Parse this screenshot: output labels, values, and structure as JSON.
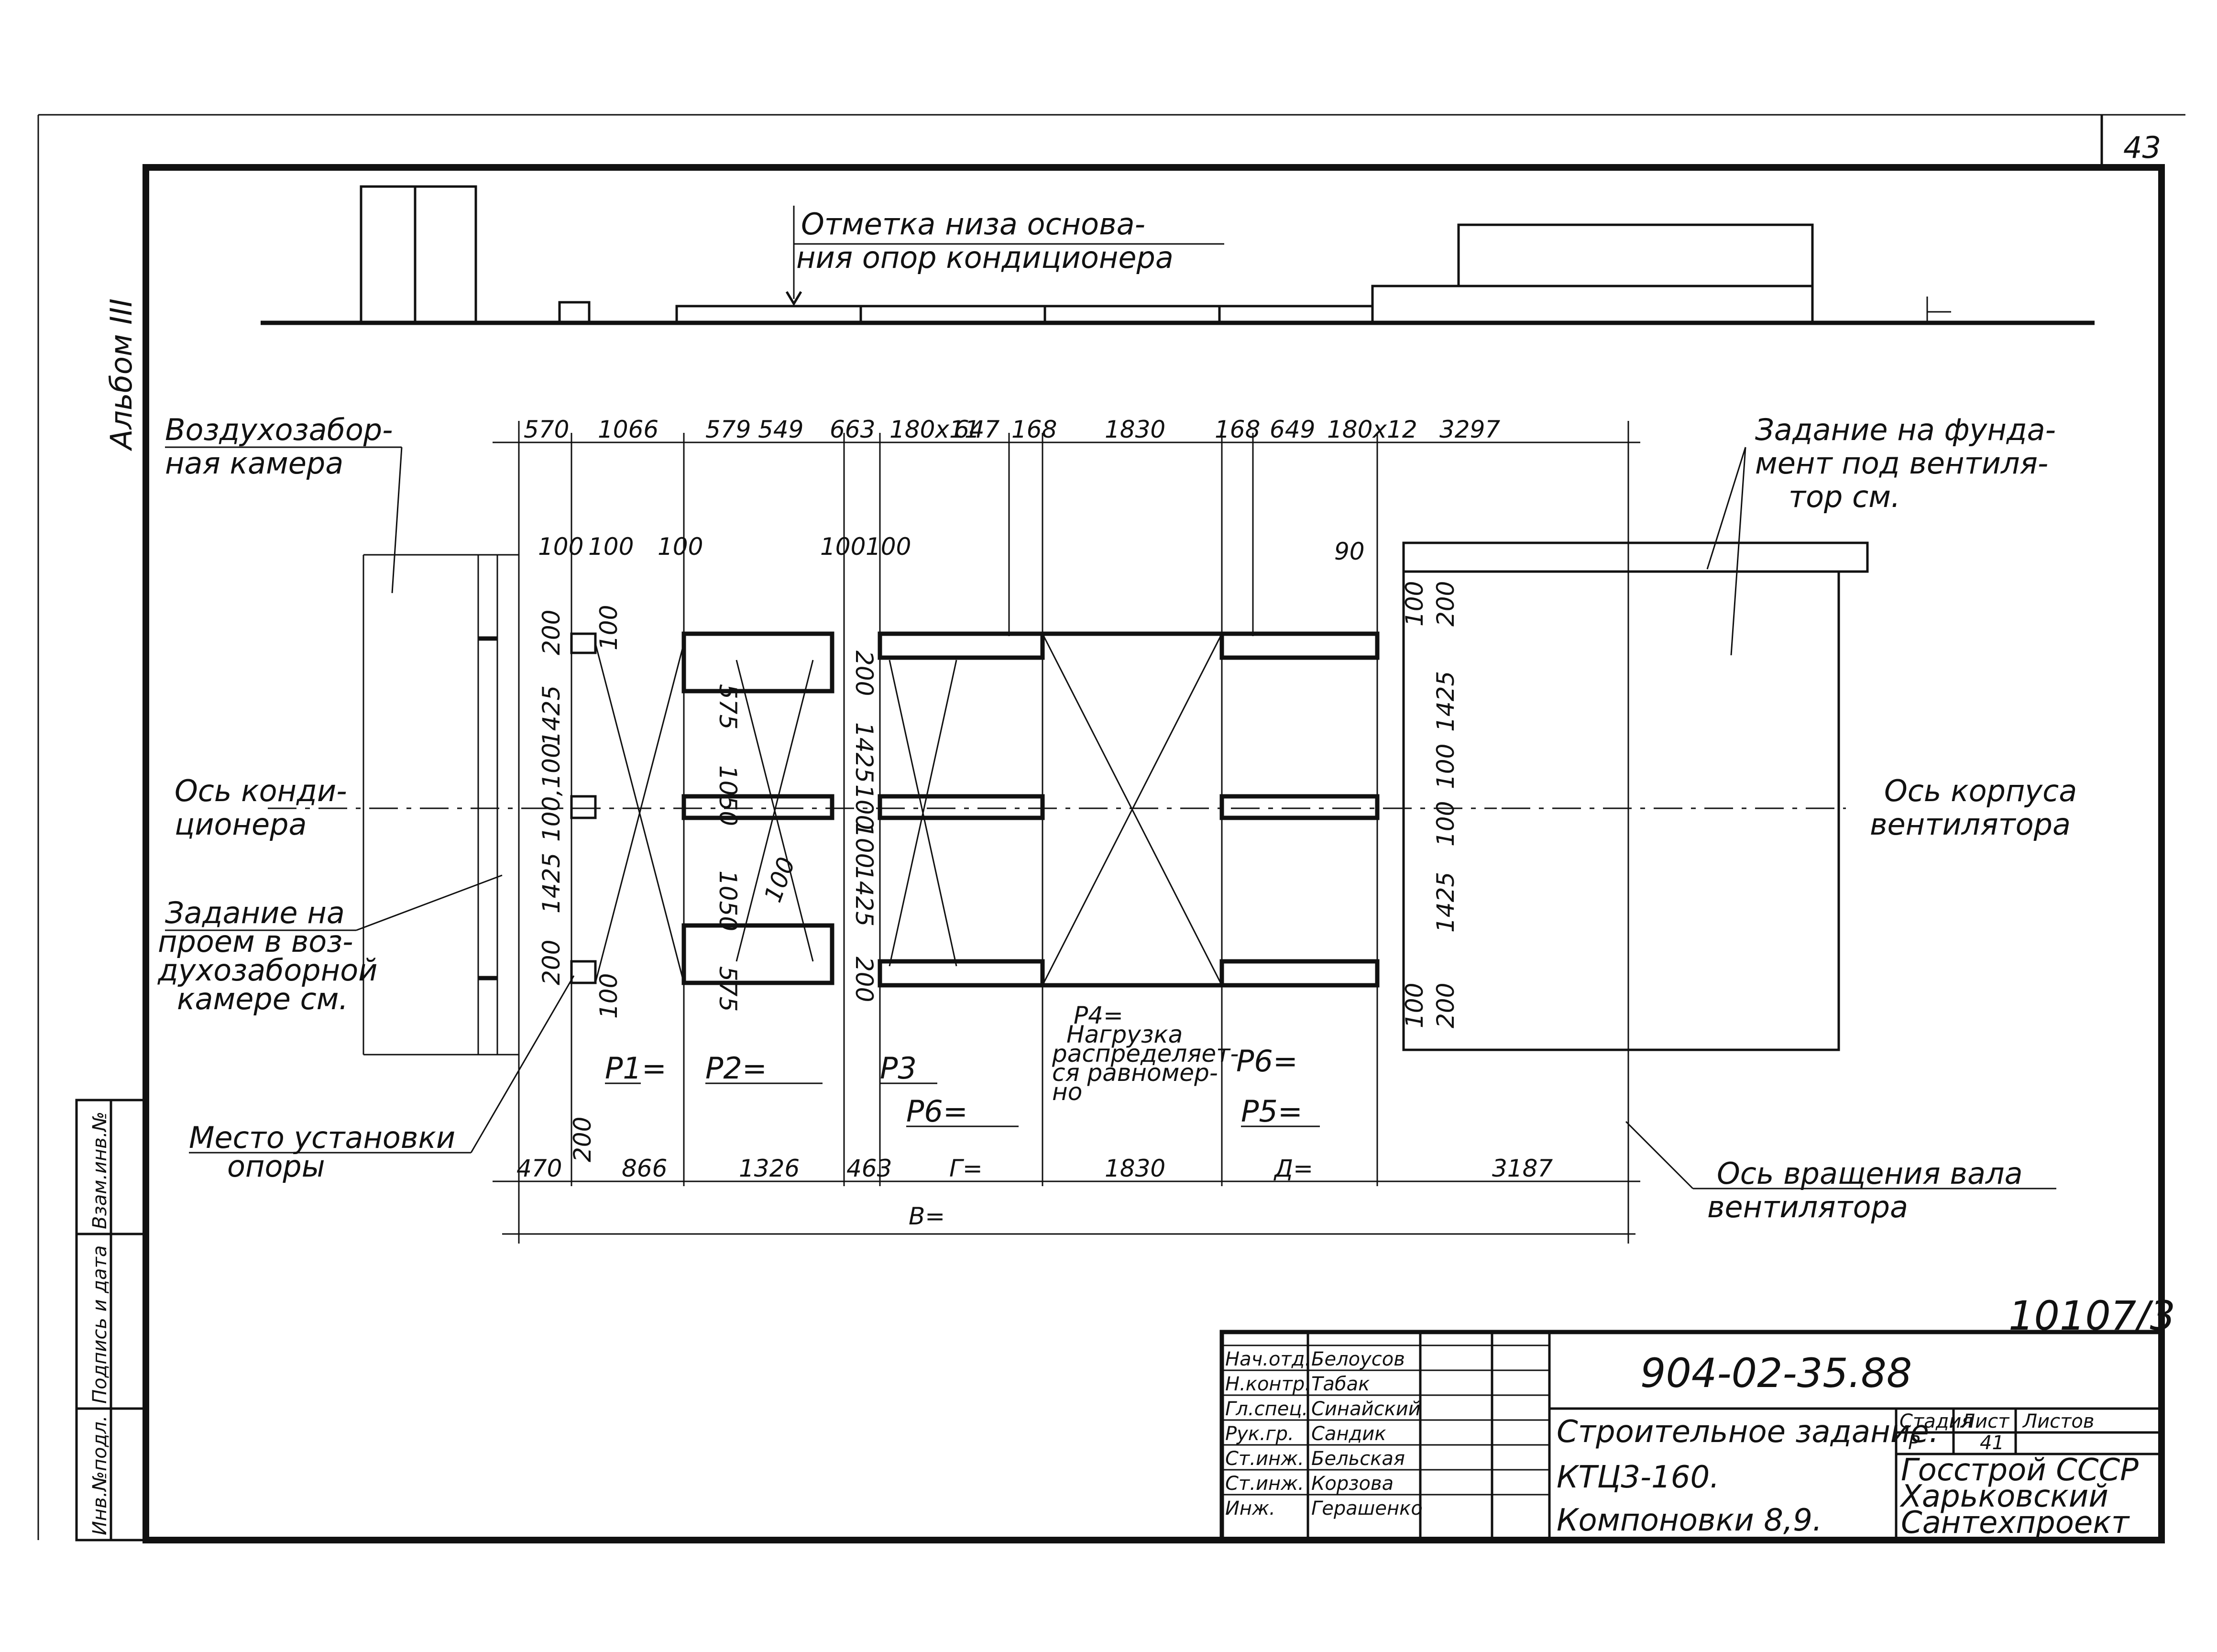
{
  "sheet": {
    "number": "43",
    "album": "Альбом III",
    "code_top": "10107/3"
  },
  "labels": {
    "base_mark_1": "Отметка низа основа-",
    "base_mark_2": "ния опор кондиционера",
    "intake_chamber_1": "Воздухозабор-",
    "intake_chamber_2": "ная камера",
    "fan_foundation_1": "Задание на фунда-",
    "fan_foundation_2": "мент под вентиля-",
    "fan_foundation_3": "тор см.",
    "cond_axis_1": "Ось конди-",
    "cond_axis_2": "ционера",
    "fan_axis_1": "Ось корпуса",
    "fan_axis_2": "вентилятора",
    "opening_1": "Задание на",
    "opening_2": "проем в воз-",
    "opening_3": "духозаборной",
    "opening_4": "камере см.",
    "support_1": "Место установки",
    "support_2": "опоры",
    "shaft_axis_1": "Ось вращения вала",
    "shaft_axis_2": "вентилятора",
    "p4_1": "P4=",
    "p4_2": "Нагрузка",
    "p4_3": "распределяет-",
    "p4_4": "ся равномер-",
    "p4_5": "но",
    "p1": "P1=",
    "p2": "P2=",
    "p3": "P3",
    "p6a": "P6=",
    "p6b": "P6=",
    "p5": "P5=",
    "g_eq": "Г=",
    "d_eq": "Д=",
    "v_eq": "В="
  },
  "dims_top": [
    "570",
    "1066",
    "579",
    "549",
    "663",
    "180x11",
    "647",
    "168",
    "1830",
    "168",
    "649",
    "180x12",
    "3297"
  ],
  "dims_bottom": [
    "470",
    "866",
    "1326",
    "463",
    "1830",
    "3187"
  ],
  "dims_small": {
    "d100a": "100",
    "d100b": "100",
    "d100c": "100",
    "d100d": "100",
    "d100e": "100",
    "d90": "90",
    "d200": "200"
  },
  "dims_vertical": {
    "left_200_top": "200",
    "left_1425_top": "1425",
    "left_100100": "100,100",
    "left_1425_bot": "1425",
    "left_200_bot": "200",
    "left_100_top": "100",
    "left_100_bot": "100",
    "c2_575_top": "575",
    "c2_1050_top": "1050",
    "c2_1050_bot": "1050",
    "c2_575_bot": "575",
    "c2_100": "100",
    "c3_200_top": "200",
    "c3_1425_top": "1425",
    "c3_100": "100",
    "c3_100b": "100",
    "c3_1425_bot": "1425",
    "c3_200_bot": "200",
    "r_100_top": "100",
    "r_200_top": "200",
    "r_1425_top": "1425",
    "r_100a": "100",
    "r_100b": "100",
    "r_1425_bot": "1425",
    "r_100_bot": "100",
    "r_200_bot": "200",
    "bot_200": "200"
  },
  "stamp": {
    "doc_number": "904-02-35.88",
    "title_1": "Строительное задание.",
    "title_2": "КТЦ3-160.",
    "title_3": "Компоновки 8,9.",
    "stage_h": "Стадия",
    "sheet_h": "Лист",
    "sheets_h": "Листов",
    "stage": "Р",
    "sheet": "41",
    "org_1": "Госстрой СССР",
    "org_2": "Харьковский",
    "org_3": "Сантехпроект",
    "roles": [
      {
        "role": "Нач.отд.",
        "name": "Белоусов"
      },
      {
        "role": "Н.контр.",
        "name": "Табак"
      },
      {
        "role": "Гл.спец.",
        "name": "Синайский"
      },
      {
        "role": "Рук.гр.",
        "name": "Сандик"
      },
      {
        "role": "Ст.инж.",
        "name": "Бельская"
      },
      {
        "role": "Ст.инж.",
        "name": "Корзова"
      },
      {
        "role": "Инж.",
        "name": "Герашенко"
      }
    ]
  },
  "side_stamp": {
    "inv": "Инв.№подл.",
    "sign": "Подпись и дата",
    "vzam": "Взам.инв.№"
  }
}
